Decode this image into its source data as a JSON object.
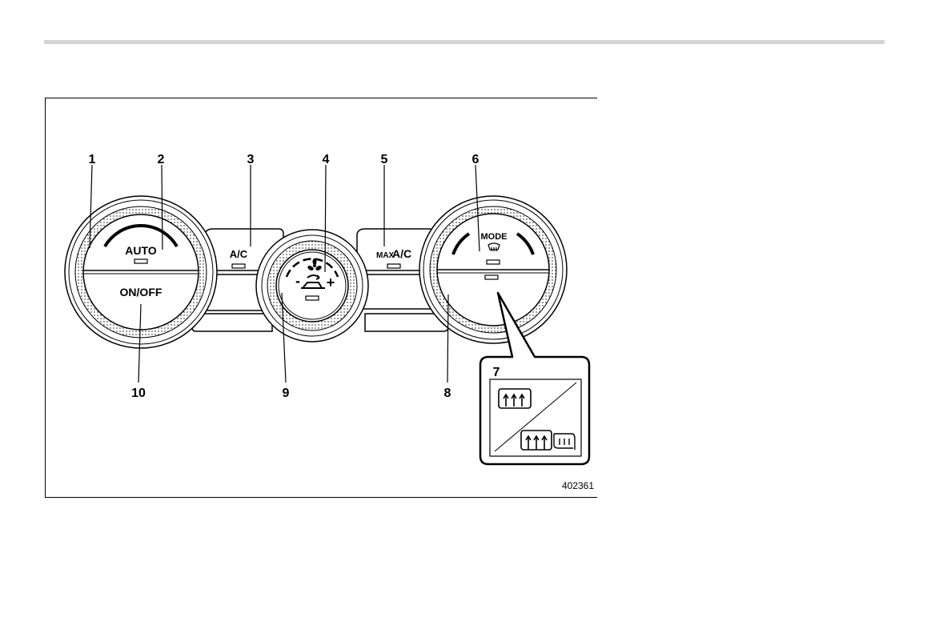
{
  "figure": {
    "figure_id": "402361",
    "callouts": {
      "c1": "1",
      "c2": "2",
      "c3": "3",
      "c4": "4",
      "c5": "5",
      "c6": "6",
      "c7": "7",
      "c8": "8",
      "c9": "9",
      "c10": "10"
    },
    "labels": {
      "auto": "AUTO",
      "on_off": "ON/OFF",
      "ac": "A/C",
      "max_prefix": "MAX",
      "max_ac": "A/C",
      "mode": "MODE"
    },
    "icons": {
      "fan": "fan-icon",
      "recirculation": "recirculation-icon",
      "defrost": "defrost-icon",
      "rear_defogger": "rear-defogger-icon",
      "mirror_heater": "mirror-heater-icon"
    },
    "colors": {
      "line": "#000000",
      "background": "#ffffff",
      "rule": "#d4d4d4"
    }
  }
}
